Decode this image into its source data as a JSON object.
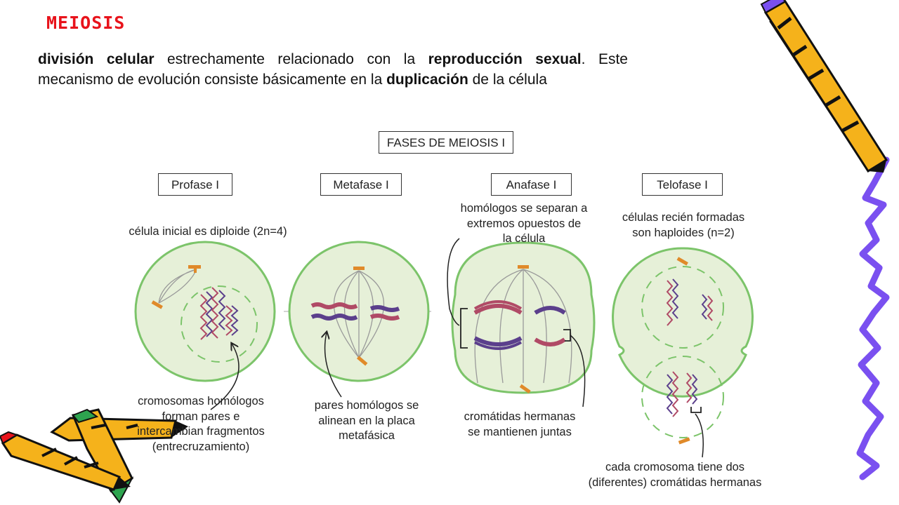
{
  "title": "MEIOSIS",
  "intro": {
    "t1": "división celular",
    "t2": " estrechamente relacionado con la ",
    "t3": "reproducción sexual",
    "t4": ". Este mecanismo de evolución consiste básicamente en la ",
    "t5": "duplicación",
    "t6": " de la célula"
  },
  "diagram": {
    "header": "FASES DE MEIOSIS I",
    "phases": [
      "Profase I",
      "Metafase I",
      "Anafase I",
      "Telofase I"
    ],
    "notes": {
      "profase_top": "célula inicial es diploide (2n=4)",
      "profase_bottom": [
        "cromosomas homólogos",
        "forman pares e",
        "intercambian fragmentos",
        "(entrecruzamiento)"
      ],
      "metafase_bottom": [
        "pares homólogos se",
        "alinean en la placa",
        "metafásica"
      ],
      "anafase_top": [
        "homólogos se separan a",
        "extremos opuestos de",
        "la célula"
      ],
      "anafase_bottom": [
        "cromátidas hermanas",
        "se mantienen juntas"
      ],
      "telofase_top": [
        "células recién formadas",
        "son haploides (n=2)"
      ],
      "telofase_bottom": [
        "cada cromosoma tiene dos",
        "(diferentes) cromátidas hermanas"
      ]
    }
  },
  "colors": {
    "title": "#e8131b",
    "cell_fill": "#e6f0d8",
    "cell_border": "#7cc46a",
    "chromosome_red": "#b04a66",
    "chromosome_purple": "#5b3f8c",
    "centrosome": "#e08a2a",
    "scribble": "#7a50f0",
    "pencil_yellow": "#f5b21b"
  }
}
